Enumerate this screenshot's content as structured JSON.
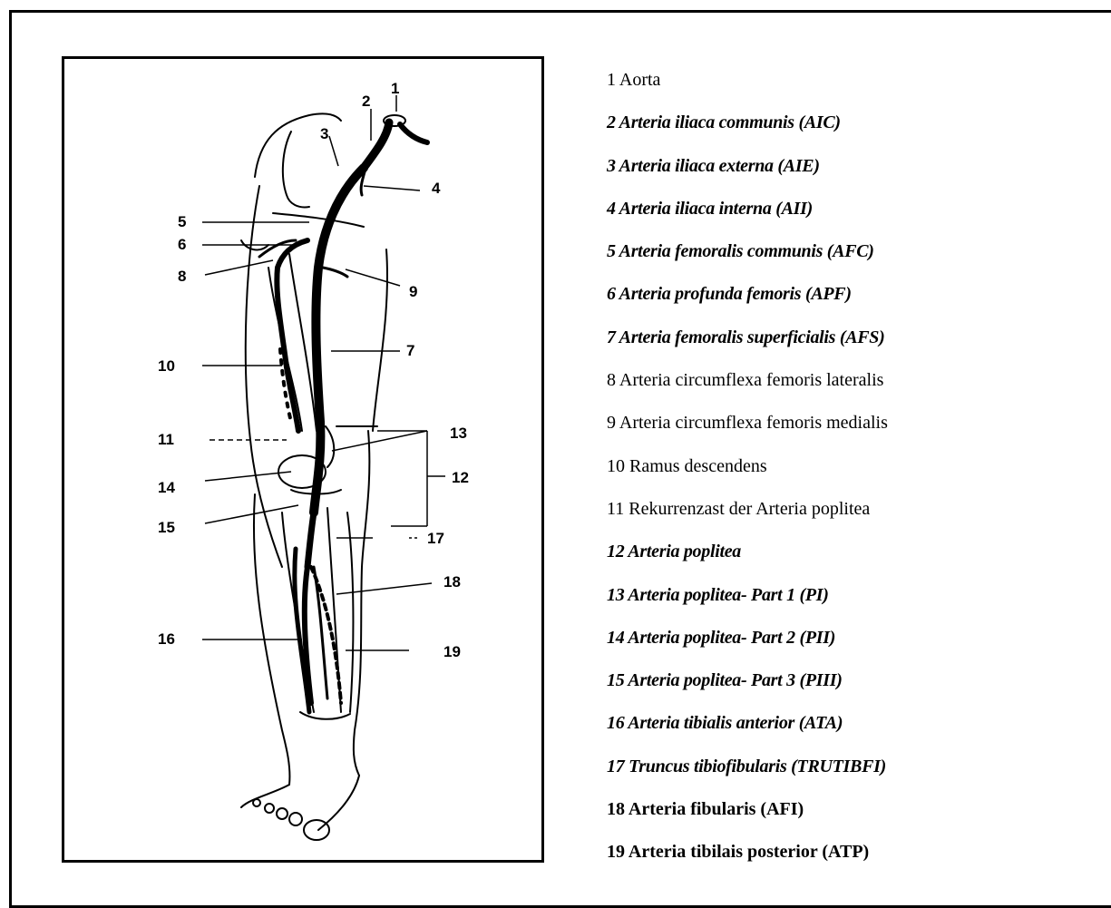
{
  "figure": {
    "callouts": [
      "1",
      "2",
      "3",
      "4",
      "5",
      "6",
      "7",
      "8",
      "9",
      "10",
      "11",
      "12",
      "13",
      "14",
      "15",
      "16",
      "17",
      "18",
      "19"
    ]
  },
  "legend": [
    {
      "text": "1 Aorta",
      "style": "regular"
    },
    {
      "text": "2 Arteria iliaca communis (AIC)",
      "style": "italic"
    },
    {
      "text": "3 Arteria iliaca externa (AIE)",
      "style": "italic"
    },
    {
      "text": "4 Arteria iliaca interna (AII)",
      "style": "italic"
    },
    {
      "text": "5 Arteria femoralis communis (AFC)",
      "style": "italic"
    },
    {
      "text": "6 Arteria profunda femoris (APF)",
      "style": "italic"
    },
    {
      "text": "7 Arteria femoralis superficialis (AFS)",
      "style": "italic"
    },
    {
      "text": "8 Arteria circumflexa femoris lateralis",
      "style": "regular"
    },
    {
      "text": "9 Arteria circumflexa femoris medialis",
      "style": "regular"
    },
    {
      "text": "10 Ramus descendens",
      "style": "regular"
    },
    {
      "text": "11 Rekurrenzast der Arteria poplitea",
      "style": "regular"
    },
    {
      "text": "12 Arteria poplitea",
      "style": "italic"
    },
    {
      "text": "13 Arteria poplitea- Part 1 (PI)",
      "style": "italic"
    },
    {
      "text": "14 Arteria poplitea- Part 2 (PII)",
      "style": "italic"
    },
    {
      "text": "15 Arteria poplitea- Part 3 (PIII)",
      "style": "italic"
    },
    {
      "text": "16 Arteria tibialis anterior (ATA)",
      "style": "italic"
    },
    {
      "text": "17 Truncus tibiofibularis (TRUTIBFI)",
      "style": "italic"
    },
    {
      "text": "18 Arteria fibularis (AFI)",
      "style": "bold"
    },
    {
      "text": "19 Arteria tibilais posterior (ATP)",
      "style": "bold"
    }
  ]
}
